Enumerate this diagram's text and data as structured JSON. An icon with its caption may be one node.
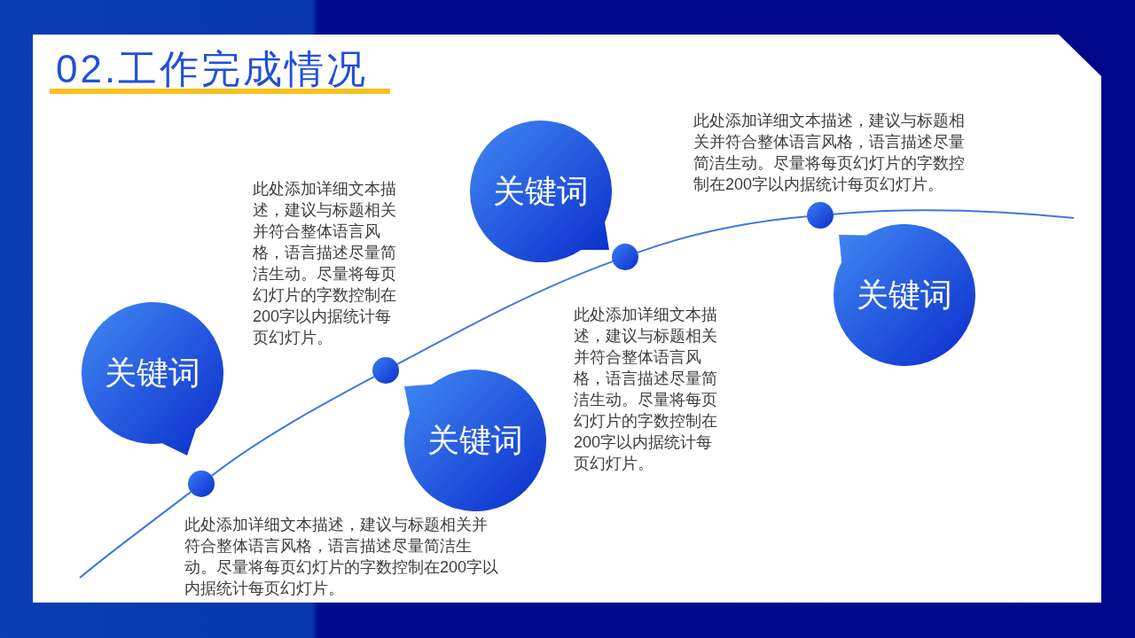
{
  "diagram": {
    "title": "02.工作完成情况",
    "nodes": [
      {
        "text": [
          "关键词"
        ]
      },
      {
        "text": [],
        "shape": "circle"
      },
      {
        "text": [
          "关键词"
        ]
      },
      {
        "text": [],
        "shape": "circle"
      },
      {
        "text": [
          "关键词"
        ]
      },
      {
        "text": [],
        "shape": "circle"
      },
      {
        "text": [
          "关键词"
        ]
      },
      {
        "text": [],
        "shape": "circle"
      }
    ],
    "edges": [
      {
        "from": null,
        "to": 1,
        "arrow": "none"
      },
      {
        "from": 1,
        "to": 3,
        "arrow": "none"
      },
      {
        "from": 3,
        "to": 5,
        "arrow": "none"
      },
      {
        "from": 5,
        "to": 7,
        "arrow": "none"
      },
      {
        "from": 7,
        "to": null,
        "arrow": "none"
      }
    ],
    "labels": [
      "此处添加详细文本描述，建议与标题相关并符合整体语言风格，语言描述尽量简洁生动。尽量将每页幻灯片的字数控制在200字以内据统计每页幻灯片。",
      "此处添加详细文本描述，建议与标题相关并符合整体语言风格，语言描述尽量简洁生动。尽量将每页幻灯片的字数控制在200字以内据统计每页幻灯片。",
      "此处添加详细文本描述，建议与标题相关并符合整体语言风格，语言描述尽量简洁生动。尽量将每页幻灯片的字数控制在200字以内据统计每页幻灯片。",
      "此处添加详细文本描述，建议与标题相关并符合整体语言风格，语言描述尽量简洁生动。尽量将每页幻灯片的字数控制在200字以内据统计每页幻灯片。"
    ]
  }
}
